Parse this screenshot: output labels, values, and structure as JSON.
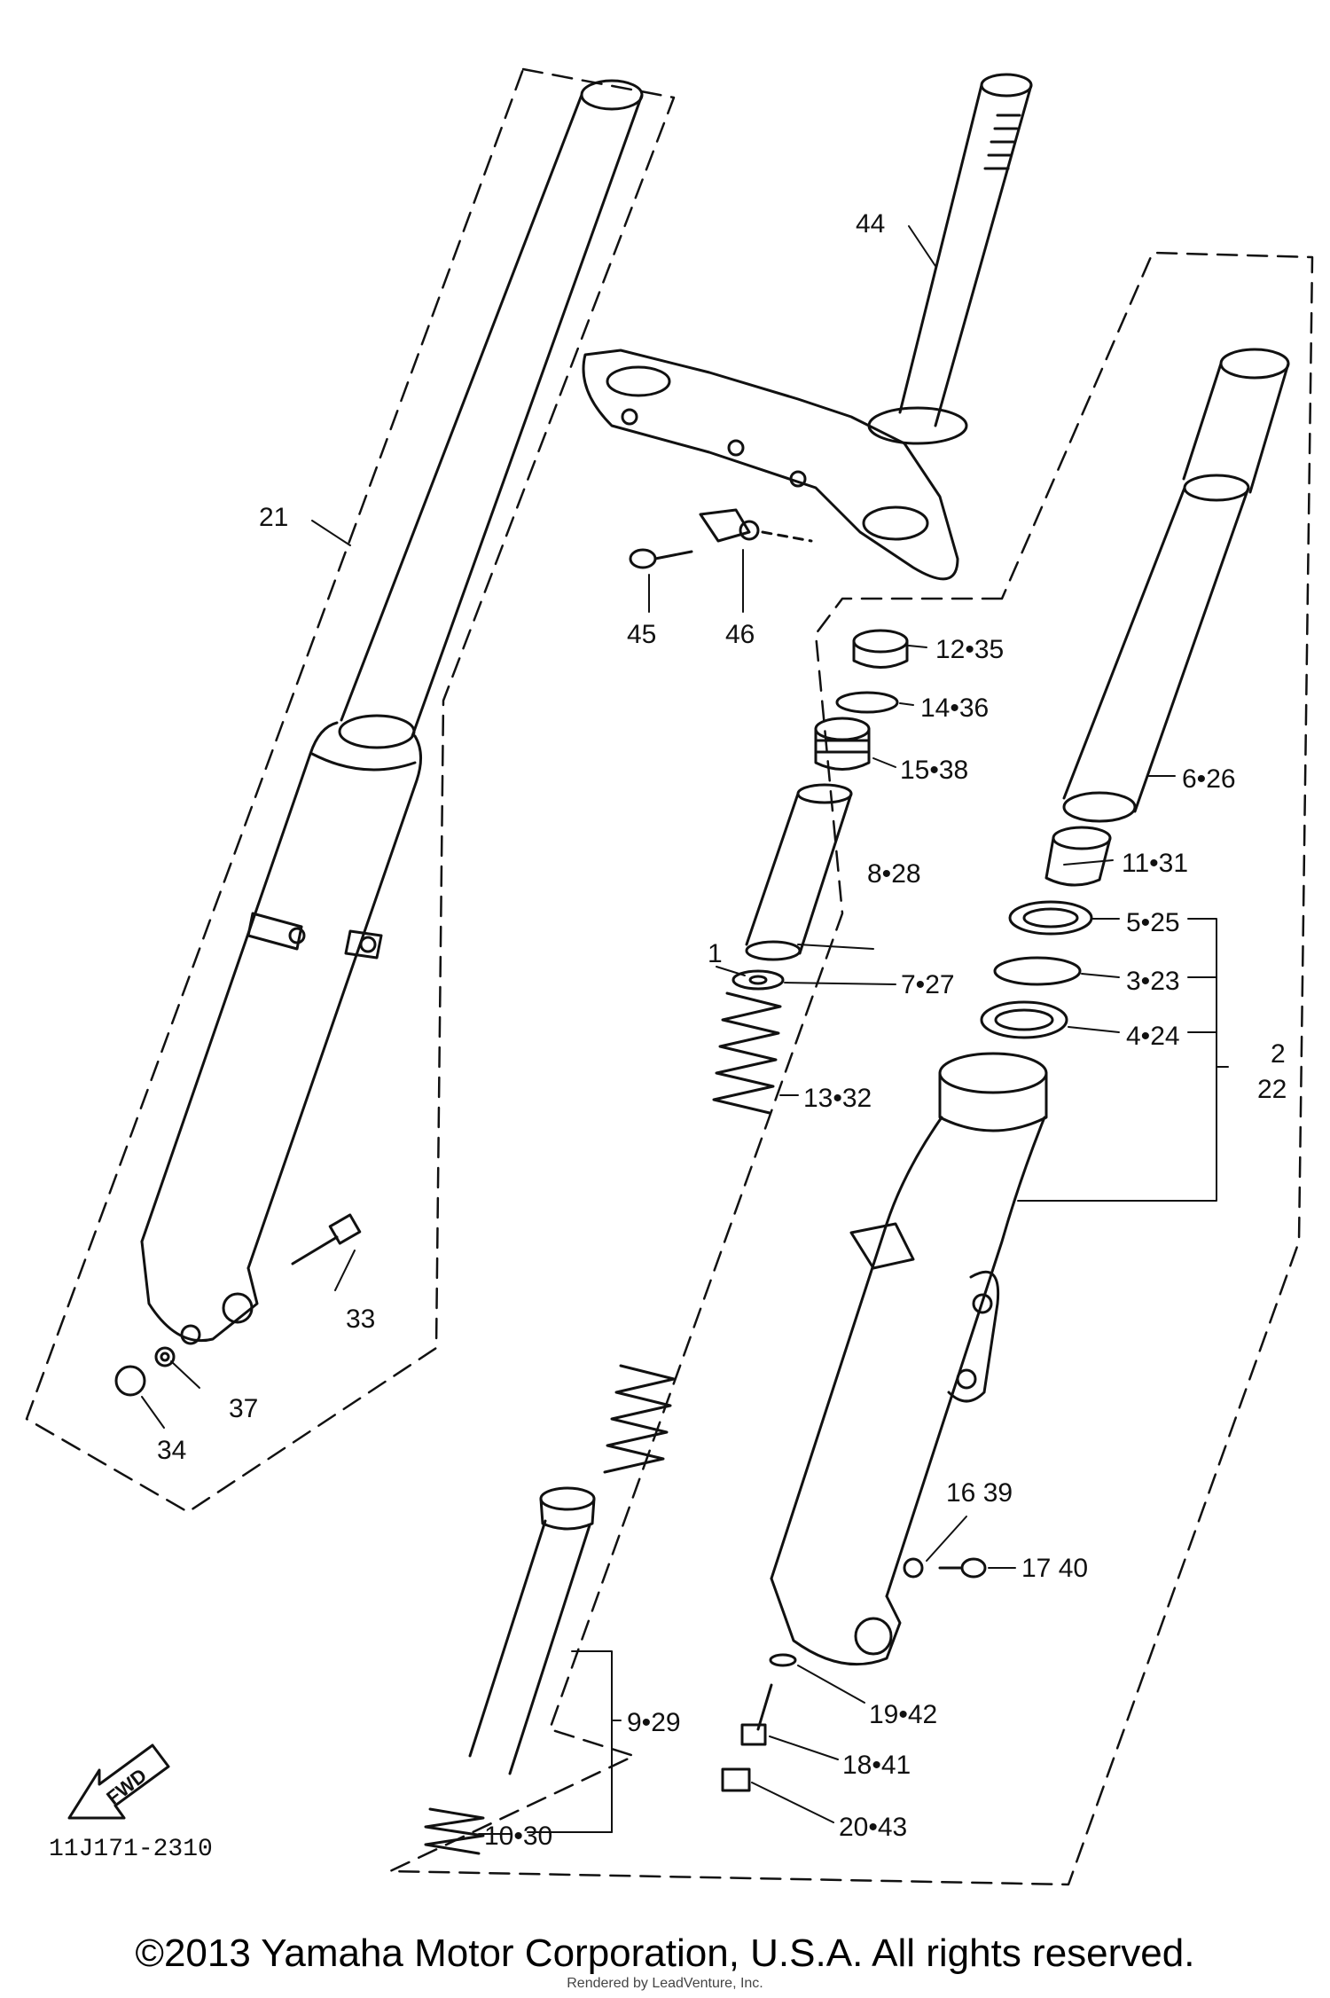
{
  "diagram": {
    "reference_code": "11J171-2310",
    "fwd_label": "FWD",
    "callouts": [
      {
        "id": "c21",
        "text": "21"
      },
      {
        "id": "c44",
        "text": "44"
      },
      {
        "id": "c45",
        "text": "45"
      },
      {
        "id": "c46",
        "text": "46"
      },
      {
        "id": "c1235",
        "text": "12•35"
      },
      {
        "id": "c1436",
        "text": "14•36"
      },
      {
        "id": "c1538",
        "text": "15•38"
      },
      {
        "id": "c626",
        "text": "6•26"
      },
      {
        "id": "c828",
        "text": "8•28"
      },
      {
        "id": "c1131",
        "text": "11•31"
      },
      {
        "id": "c525",
        "text": "5•25"
      },
      {
        "id": "c1",
        "text": "1"
      },
      {
        "id": "c727",
        "text": "7•27"
      },
      {
        "id": "c323",
        "text": "3•23"
      },
      {
        "id": "c424",
        "text": "4•24"
      },
      {
        "id": "c2",
        "text": "2"
      },
      {
        "id": "c22",
        "text": "22"
      },
      {
        "id": "c1332",
        "text": "13•32"
      },
      {
        "id": "c33",
        "text": "33"
      },
      {
        "id": "c37",
        "text": "37"
      },
      {
        "id": "c34",
        "text": "34"
      },
      {
        "id": "c1639",
        "text": "16 39"
      },
      {
        "id": "c1740",
        "text": "17 40"
      },
      {
        "id": "c929",
        "text": "9•29"
      },
      {
        "id": "c1942",
        "text": "19•42"
      },
      {
        "id": "c1841",
        "text": "18•41"
      },
      {
        "id": "c1030",
        "text": "10•30"
      },
      {
        "id": "c2043",
        "text": "20•43"
      }
    ]
  },
  "footer": {
    "copyright": "©2013 Yamaha Motor Corporation, U.S.A. All rights reserved.",
    "credit": "Rendered by LeadVenture, Inc."
  }
}
